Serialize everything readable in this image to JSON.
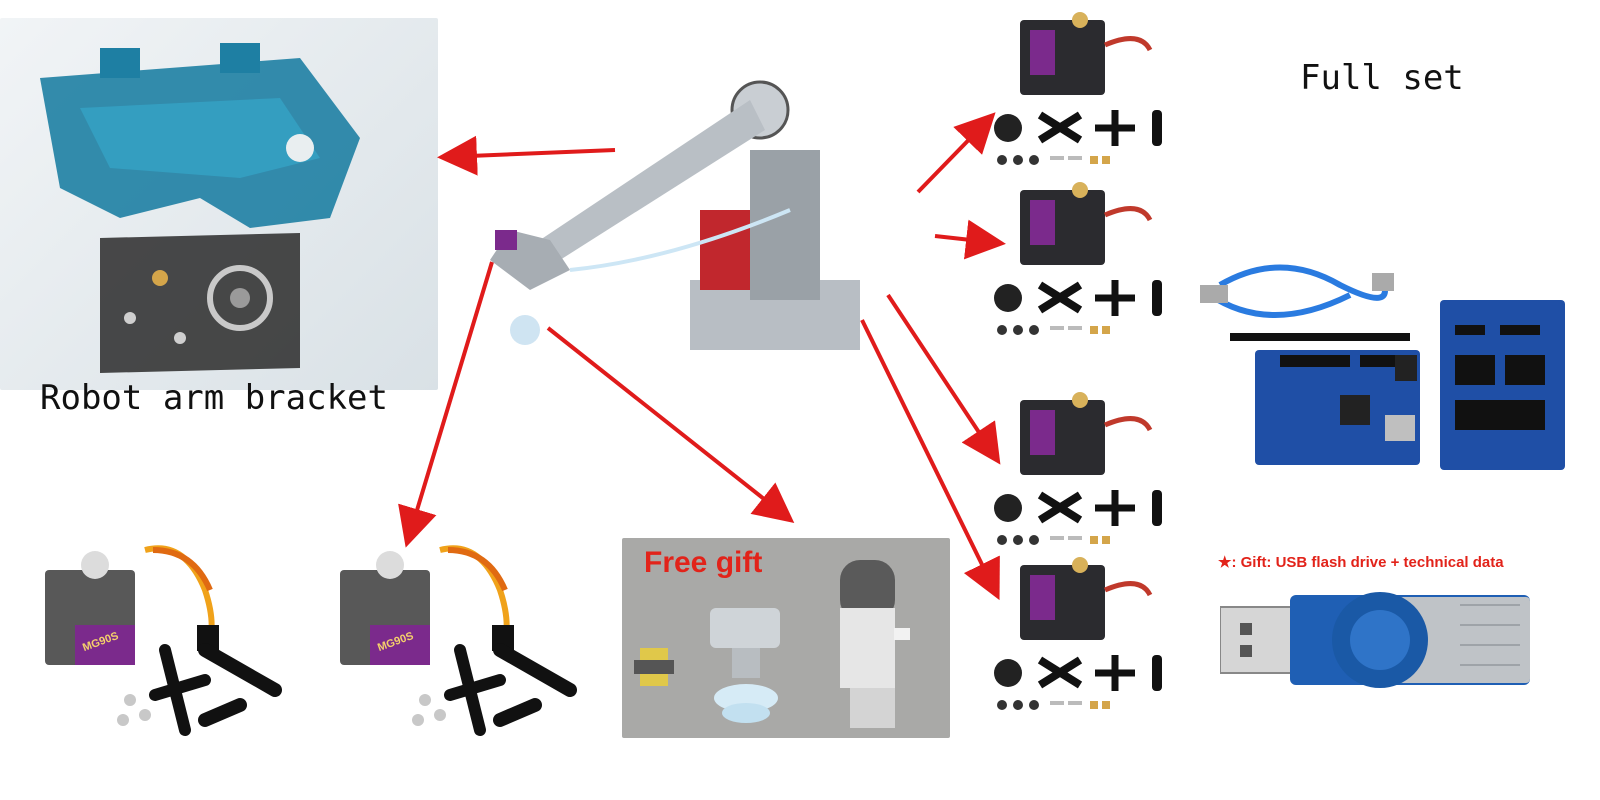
{
  "labels": {
    "bracket": "Robot arm bracket",
    "full_set": "Full set",
    "free_gift": "Free gift",
    "usb_gift": "★: Gift: USB flash drive + technical data",
    "micro_servo_a": "MG90S",
    "micro_servo_b": "MG90S"
  },
  "colors": {
    "arrow": "#e01b1b",
    "servo_body": "#2b2b2f",
    "servo_label": "#7b2a8c",
    "board_blue": "#1f4fa6",
    "bag_blue": "#1e7fa3",
    "usb_blue": "#1f5fb4",
    "gift_text": "#e2231a"
  },
  "icons": [
    "servo-icon",
    "arm-icon",
    "usb-cable-icon",
    "controller-board-icon",
    "usb-drive-icon",
    "suction-cup-icon",
    "pump-icon"
  ]
}
